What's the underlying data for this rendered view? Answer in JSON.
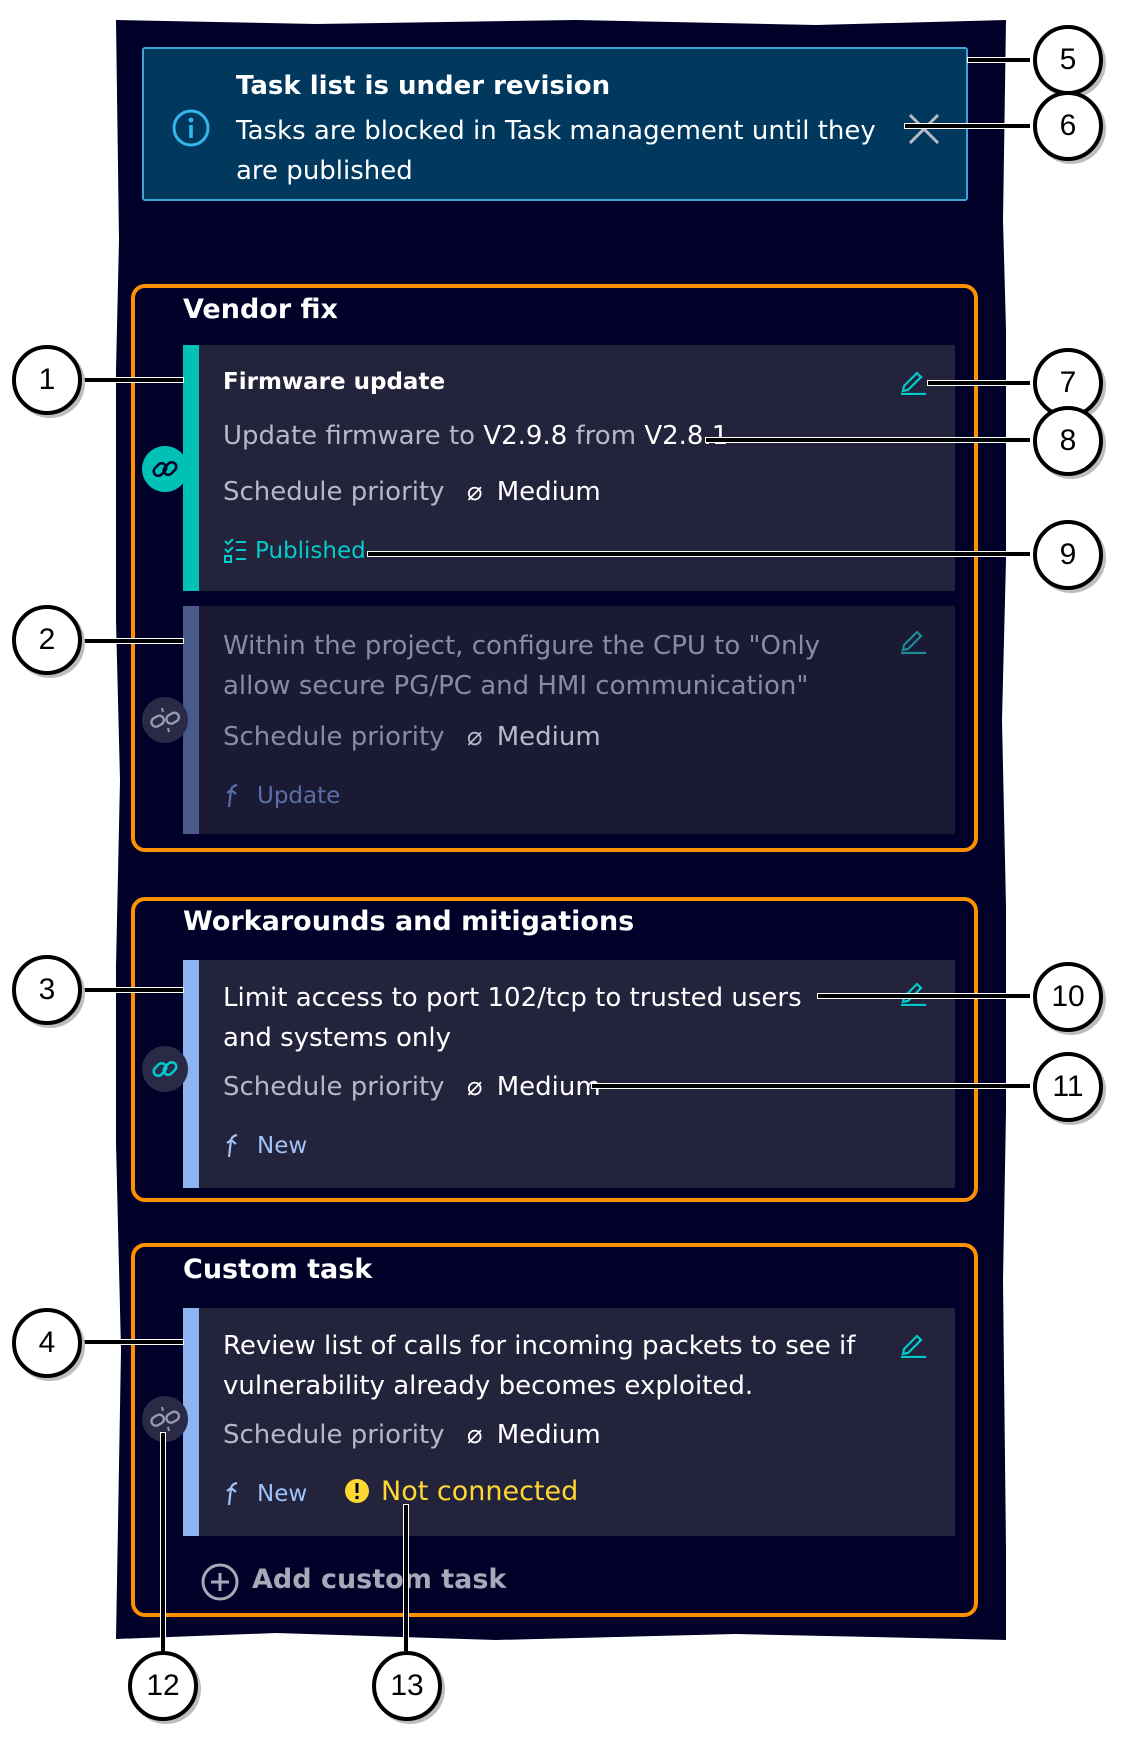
{
  "banner": {
    "title": "Task list is under revision",
    "text": "Tasks are blocked in Task management until they are published",
    "icon": "info-icon",
    "close_icon": "close-icon"
  },
  "groups": [
    {
      "title": "Vendor fix",
      "cards": [
        {
          "title": "Firmware update",
          "desc_prefix": "Update firmware to ",
          "desc_to": "V2.9.8",
          "desc_mid": " from ",
          "desc_from": "V2.8.1",
          "priority_label": "Schedule priority",
          "priority_value": "Medium",
          "status": "Published",
          "status_color": "#00cccc",
          "bar_color": "#00c1b6",
          "link_state": "linked"
        },
        {
          "desc": "Within the project, configure the CPU to \"Only allow secure PG/PC and HMI communication\"",
          "priority_label": "Schedule priority",
          "priority_value": "Medium",
          "status": "Update",
          "status_color": "#5a6fa8",
          "bar_color": "#4a5a8a",
          "link_state": "unlinked"
        }
      ]
    },
    {
      "title": "Workarounds and mitigations",
      "cards": [
        {
          "desc": "Limit access to port 102/tcp to trusted users and systems only",
          "priority_label": "Schedule priority",
          "priority_value": "Medium",
          "status": "New",
          "status_color": "#9fc3f7",
          "bar_color": "#8cb4f0",
          "link_state": "linked"
        }
      ]
    },
    {
      "title": "Custom task",
      "cards": [
        {
          "desc": "Review list of calls for incoming packets to see if vulnerability already becomes exploited.",
          "priority_label": "Schedule priority",
          "priority_value": "Medium",
          "status": "New",
          "status_color": "#9fc3f7",
          "warning": "Not connected",
          "warning_color": "#ffd732",
          "bar_color": "#8cb4f0",
          "link_state": "unlinked"
        }
      ],
      "add_label": "Add custom task"
    }
  ],
  "colors": {
    "background": "#000028",
    "accent_orange": "#ff9000",
    "link_green": "#00c1b6",
    "edit_icon": "#00cccc",
    "banner_bg": "#00385e",
    "banner_border": "#38a6d8"
  },
  "callouts": [
    "1",
    "2",
    "3",
    "4",
    "5",
    "6",
    "7",
    "8",
    "9",
    "10",
    "11",
    "12",
    "13"
  ]
}
